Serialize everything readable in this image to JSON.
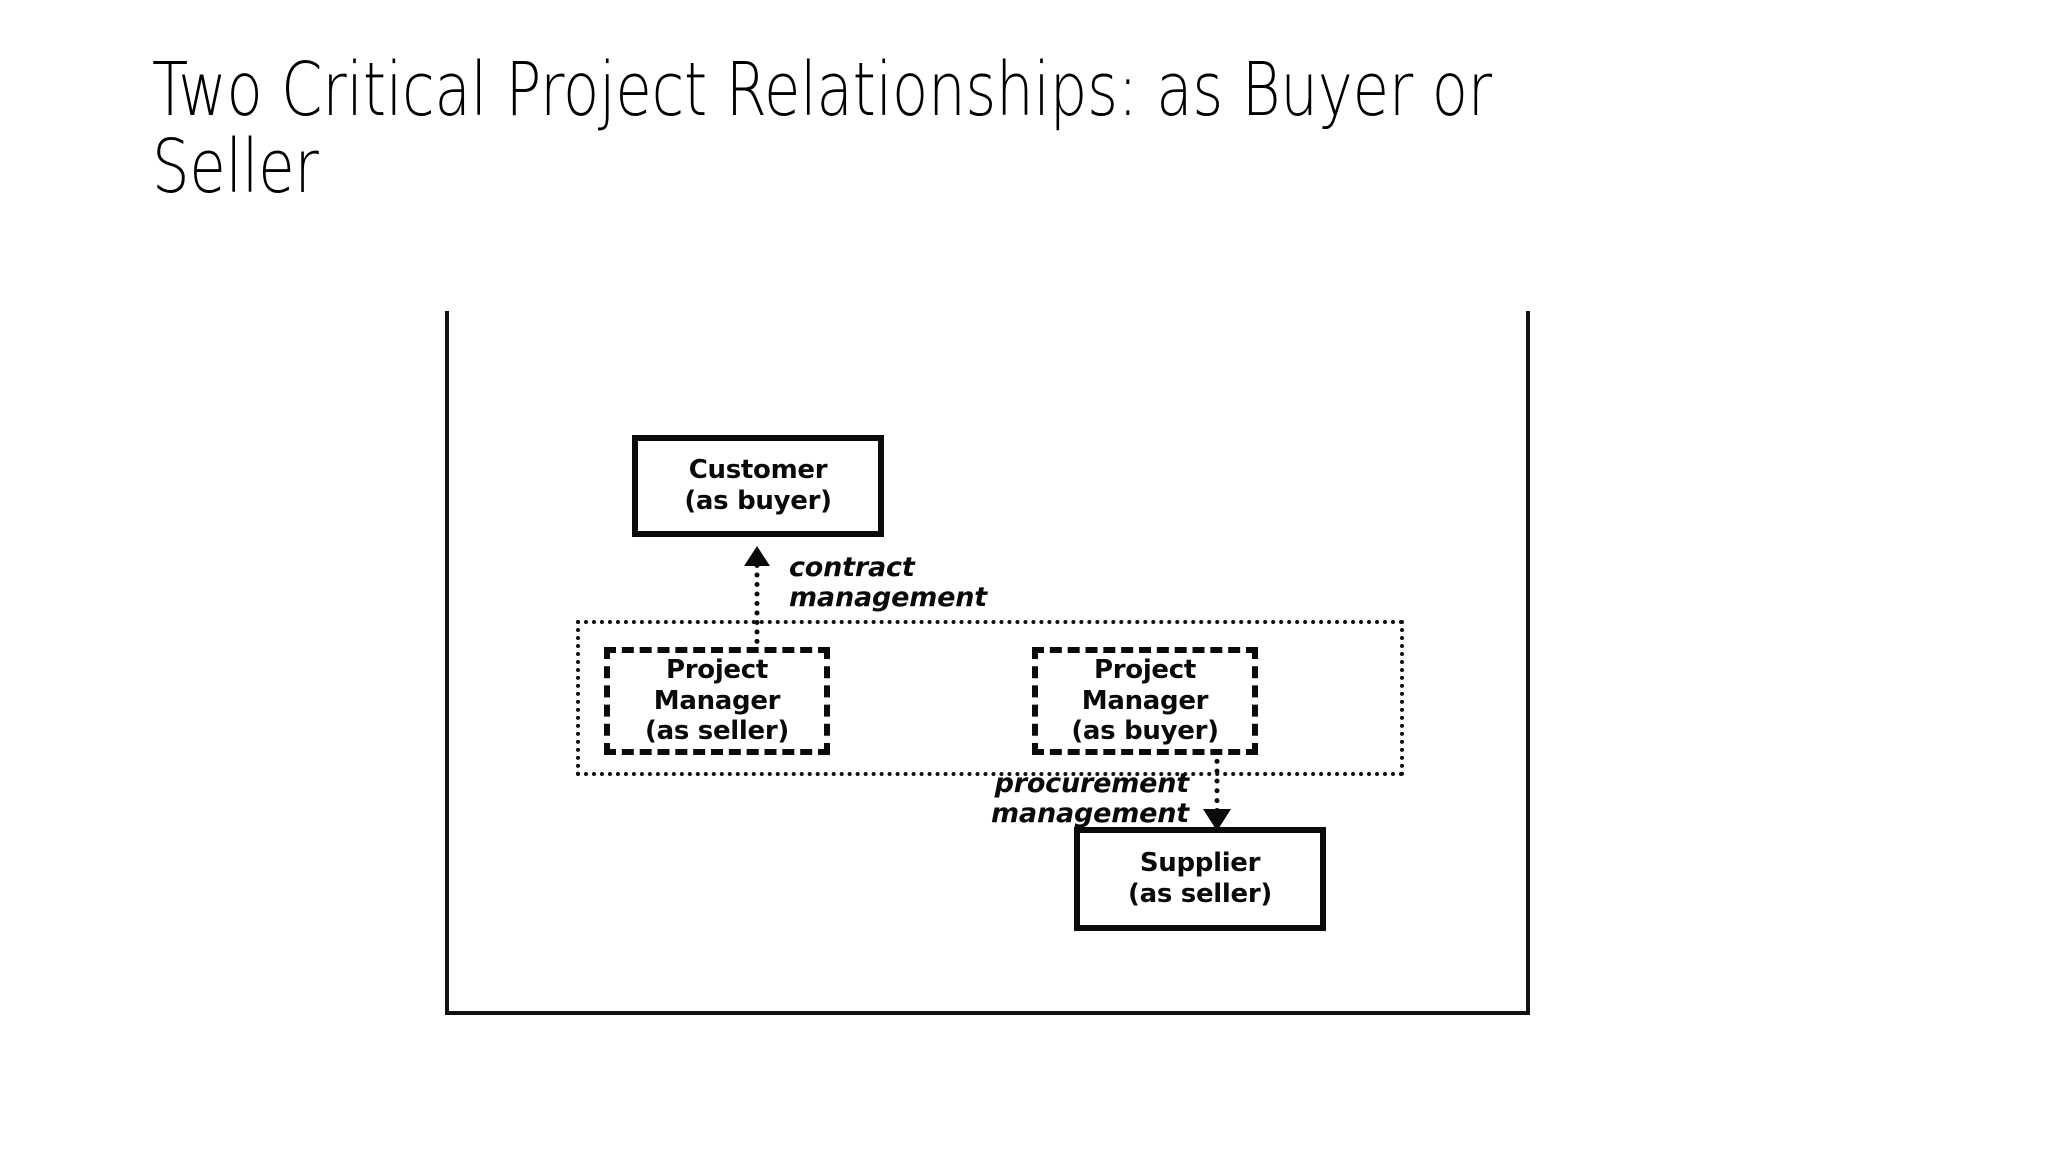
{
  "slide": {
    "title": "Two Critical Project Relationships: as Buyer or Seller"
  },
  "figure": {
    "nodes": {
      "customer": {
        "label": "Customer\n(as buyer)",
        "style": "solid"
      },
      "project_manager_seller": {
        "label": "Project Manager\n(as seller)",
        "style": "dashed"
      },
      "project_manager_buyer": {
        "label": "Project Manager\n(as buyer)",
        "style": "dashed"
      },
      "supplier": {
        "label": "Supplier\n(as seller)",
        "style": "solid"
      }
    },
    "edges": {
      "contract": {
        "label": "contract\nmanagement",
        "direction": "up",
        "from": "project_manager_seller",
        "to": "customer"
      },
      "procurement": {
        "label": "procurement\nmanagement",
        "direction": "down",
        "from": "project_manager_buyer",
        "to": "supplier"
      }
    },
    "group": {
      "label": "",
      "style": "dotted"
    }
  },
  "colors": {
    "background": "#ffffff",
    "ink": "#0b0b0b",
    "title": "#000000"
  }
}
